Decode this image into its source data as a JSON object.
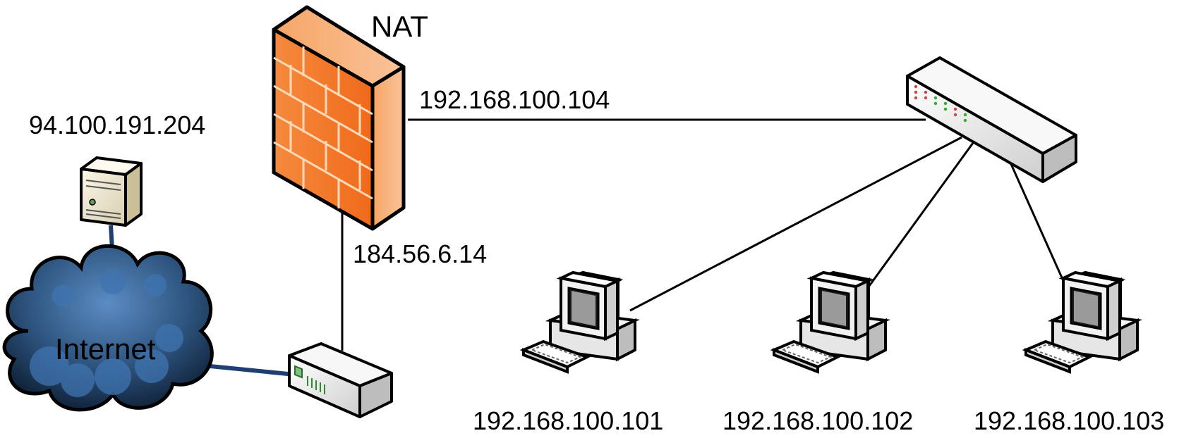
{
  "labels": {
    "nat": "NAT",
    "nat_lan_ip": "192.168.100.104",
    "nat_wan_ip": "184.56.6.14",
    "server_ip": "94.100.191.204",
    "internet": "Internet",
    "pc1_ip": "192.168.100.101",
    "pc2_ip": "192.168.100.102",
    "pc3_ip": "192.168.100.103"
  },
  "colors": {
    "firewall": "#f47a2a",
    "firewall_dark": "#c85410",
    "cloud": "#2b4f7a",
    "cloud_link": "#1f3f73",
    "line": "#000000"
  },
  "icons": {
    "firewall": "firewall-icon",
    "server": "server-icon",
    "cloud": "cloud-icon",
    "modem": "modem-icon",
    "switch": "switch-icon",
    "computer": "computer-icon"
  }
}
